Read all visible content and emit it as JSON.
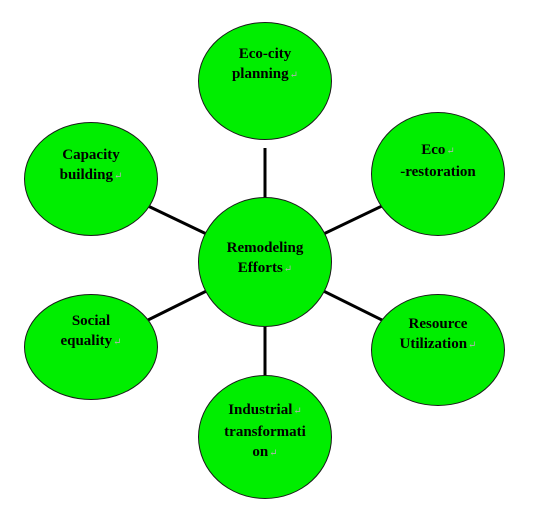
{
  "diagram": {
    "fill_color": "#00ee00",
    "line_color": "#000000",
    "paragraph_mark": "↵",
    "center": {
      "lines": [
        "Remodeling",
        "Efforts"
      ]
    },
    "nodes": [
      {
        "id": "eco-city-planning",
        "lines": [
          "Eco-city",
          "planning"
        ]
      },
      {
        "id": "eco-restoration",
        "lines": [
          "Eco",
          "-restoration"
        ]
      },
      {
        "id": "resource-utilization",
        "lines": [
          "Resource",
          "Utilization"
        ]
      },
      {
        "id": "industrial-transformation",
        "lines": [
          "Industrial",
          "transformati",
          "on"
        ]
      },
      {
        "id": "social-equality",
        "lines": [
          "Social",
          "equality"
        ]
      },
      {
        "id": "capacity-building",
        "lines": [
          "Capacity",
          "building"
        ]
      }
    ]
  }
}
